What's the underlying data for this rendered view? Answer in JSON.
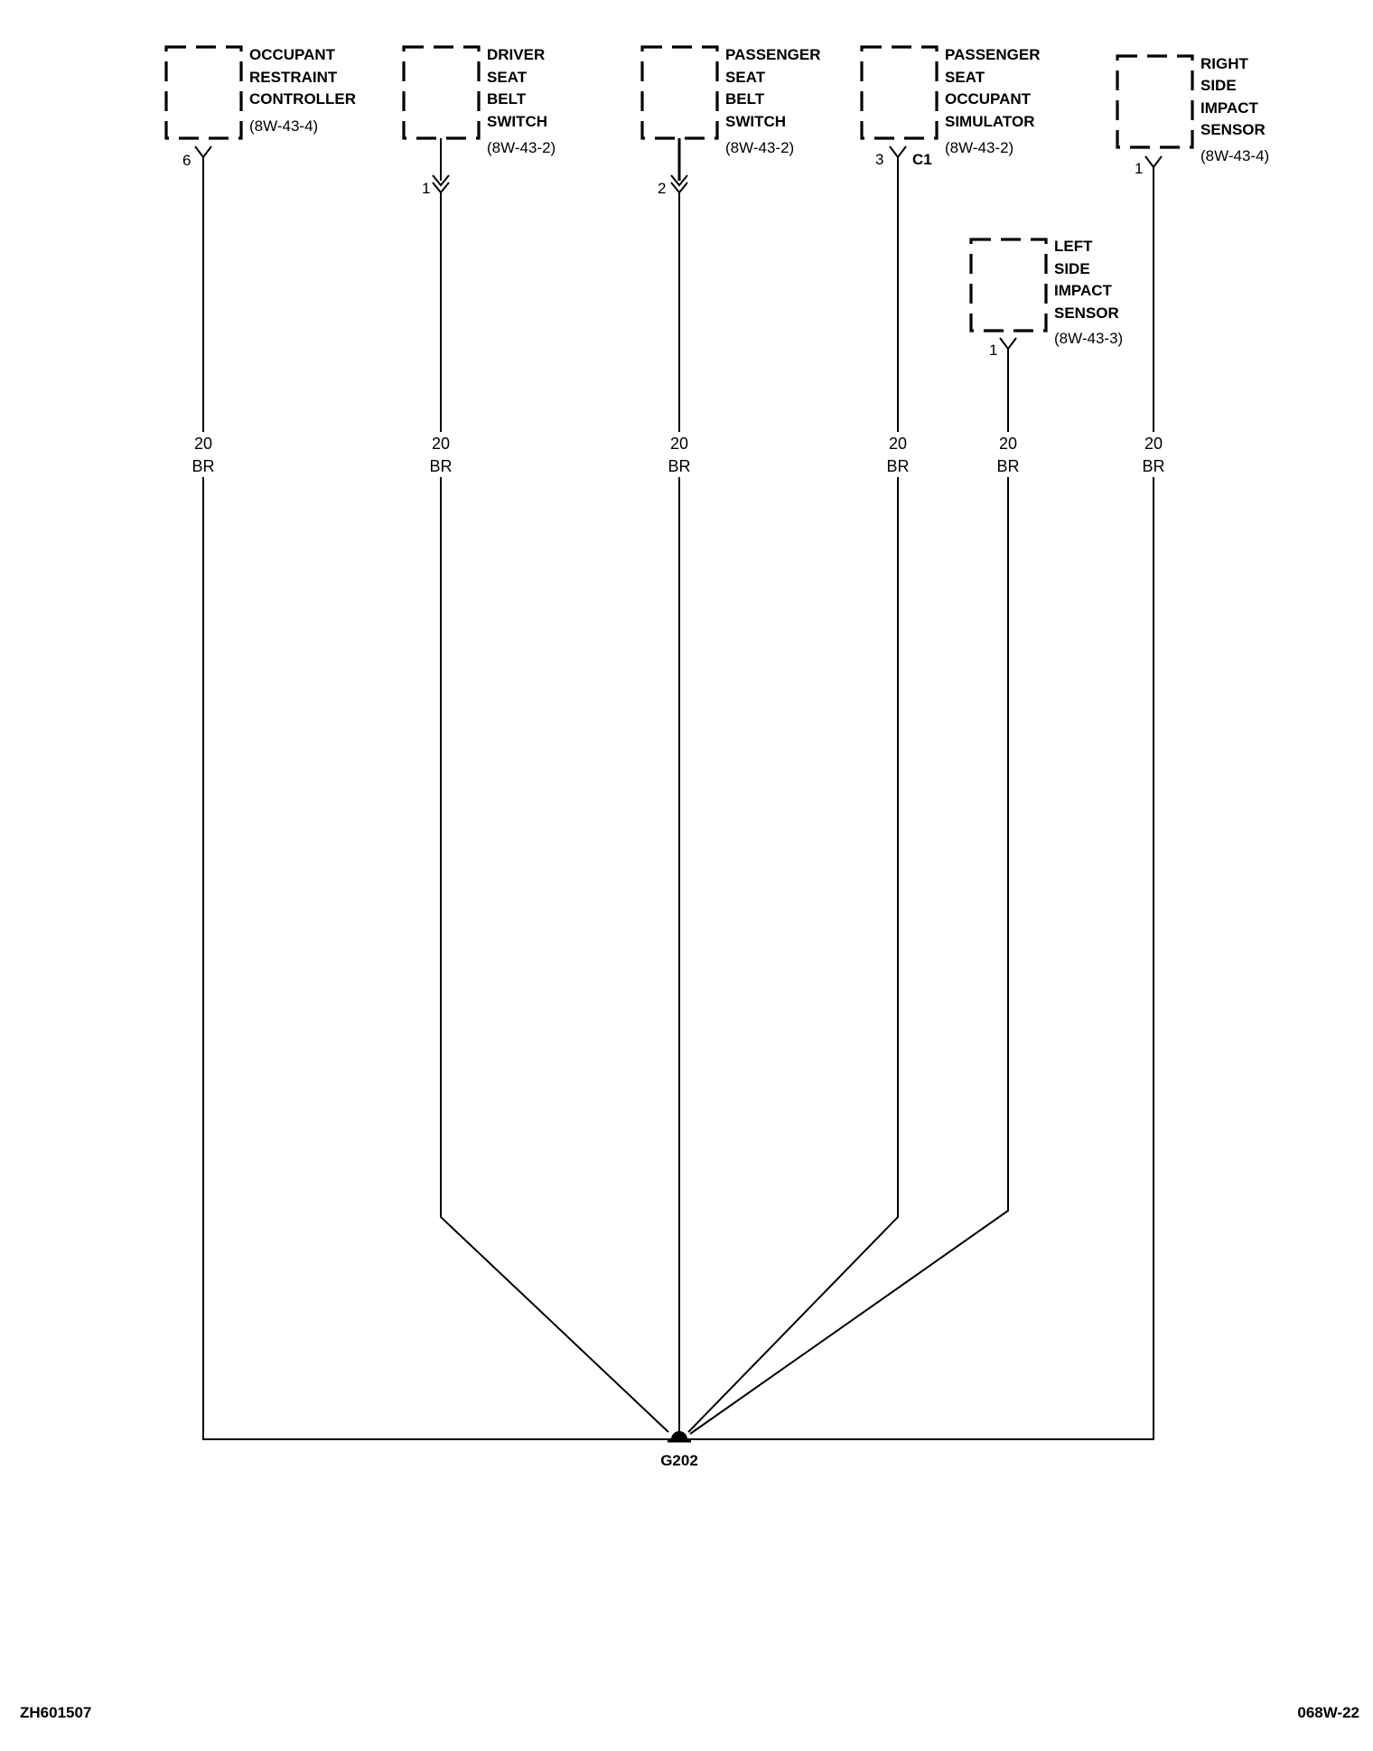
{
  "components": [
    {
      "id": "orc",
      "name_lines": [
        "OCCUPANT",
        "RESTRAINT",
        "CONTROLLER"
      ],
      "ref": "(8W-43-4)",
      "pin": "6",
      "connector": "",
      "connector_type": "female",
      "wire_gauge": "20",
      "wire_color": "BR"
    },
    {
      "id": "dsbs",
      "name_lines": [
        "DRIVER",
        "SEAT",
        "BELT",
        "SWITCH"
      ],
      "ref": "(8W-43-2)",
      "pin": "1",
      "connector": "",
      "connector_type": "double",
      "wire_gauge": "20",
      "wire_color": "BR"
    },
    {
      "id": "psbs",
      "name_lines": [
        "PASSENGER",
        "SEAT",
        "BELT",
        "SWITCH"
      ],
      "ref": "(8W-43-2)",
      "pin": "2",
      "connector": "",
      "connector_type": "double",
      "wire_gauge": "20",
      "wire_color": "BR"
    },
    {
      "id": "psos",
      "name_lines": [
        "PASSENGER",
        "SEAT",
        "OCCUPANT",
        "SIMULATOR"
      ],
      "ref": "(8W-43-2)",
      "pin": "3",
      "connector": "C1",
      "connector_type": "female",
      "wire_gauge": "20",
      "wire_color": "BR"
    },
    {
      "id": "lsis",
      "name_lines": [
        "LEFT",
        "SIDE",
        "IMPACT",
        "SENSOR"
      ],
      "ref": "(8W-43-3)",
      "pin": "1",
      "connector": "",
      "connector_type": "female",
      "wire_gauge": "20",
      "wire_color": "BR"
    },
    {
      "id": "rsis",
      "name_lines": [
        "RIGHT",
        "SIDE",
        "IMPACT",
        "SENSOR"
      ],
      "ref": "(8W-43-4)",
      "pin": "1",
      "connector": "",
      "connector_type": "female",
      "wire_gauge": "20",
      "wire_color": "BR"
    }
  ],
  "ground": {
    "label": "G202"
  },
  "footer": {
    "left": "ZH601507",
    "right": "068W-22"
  }
}
